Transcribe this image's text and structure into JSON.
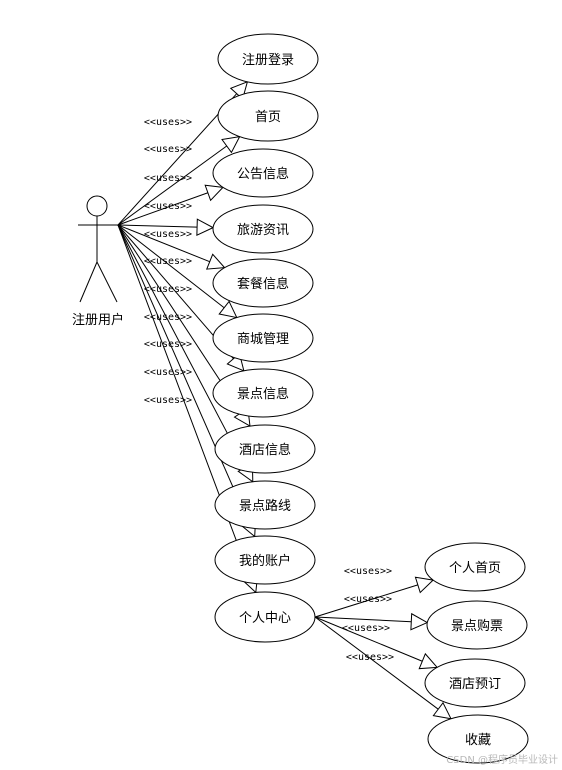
{
  "actor": {
    "name": "注册用户"
  },
  "uses_label": "<<uses>>",
  "use_cases": [
    {
      "id": "uc-register-login",
      "label": "注册登录"
    },
    {
      "id": "uc-home",
      "label": "首页"
    },
    {
      "id": "uc-announcements",
      "label": "公告信息"
    },
    {
      "id": "uc-travel-news",
      "label": "旅游资讯"
    },
    {
      "id": "uc-packages",
      "label": "套餐信息"
    },
    {
      "id": "uc-mall",
      "label": "商城管理"
    },
    {
      "id": "uc-scenic-spots",
      "label": "景点信息"
    },
    {
      "id": "uc-hotels",
      "label": "酒店信息"
    },
    {
      "id": "uc-scenic-routes",
      "label": "景点路线"
    },
    {
      "id": "uc-my-account",
      "label": "我的账户"
    },
    {
      "id": "uc-personal-center",
      "label": "个人中心"
    }
  ],
  "sub_use_cases": [
    {
      "id": "uc-personal-home",
      "label": "个人首页"
    },
    {
      "id": "uc-ticket-purchase",
      "label": "景点购票"
    },
    {
      "id": "uc-hotel-booking",
      "label": "酒店预订"
    },
    {
      "id": "uc-favorites",
      "label": "收藏"
    }
  ],
  "watermark": "CSDN @程序员毕业设计"
}
